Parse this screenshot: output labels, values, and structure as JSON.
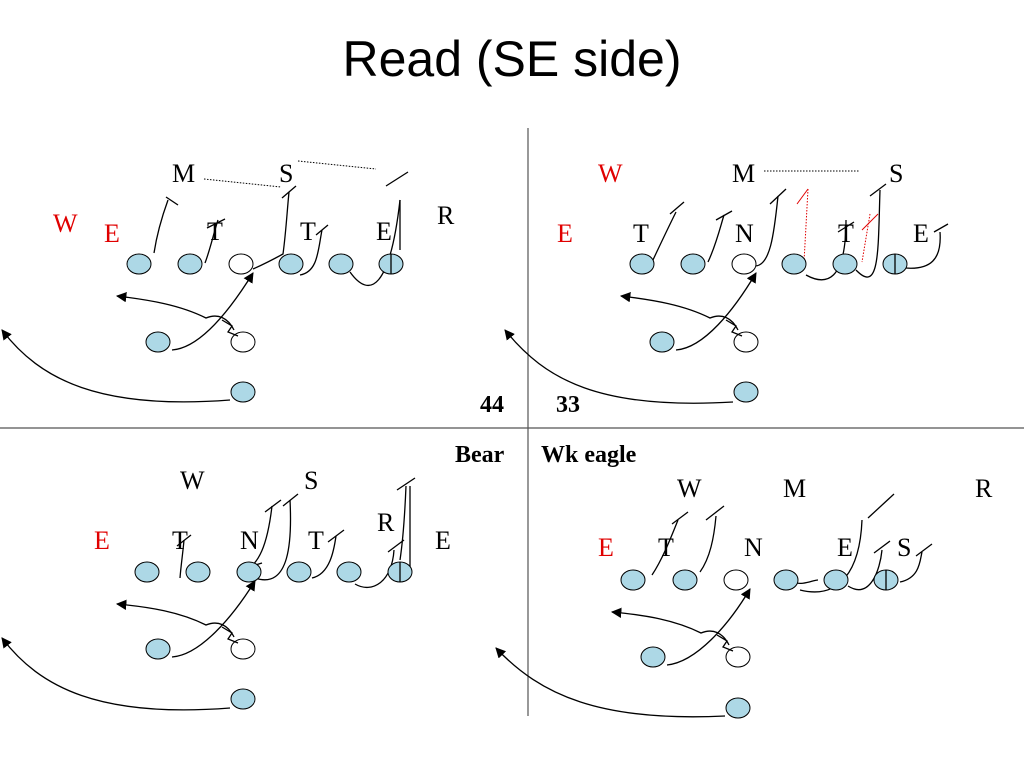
{
  "title": "Read (SE side)",
  "colors": {
    "player_fill": "#add8e6",
    "highlight": "#e00000",
    "ink": "#000000"
  },
  "captions": {
    "left": "44",
    "right": "33",
    "bottom_left": "Bear",
    "bottom_right": "Wk eagle"
  },
  "panels": [
    {
      "name": "44",
      "defenders": [
        {
          "label": "W",
          "color": "red"
        },
        {
          "label": "E",
          "color": "red"
        },
        {
          "label": "T",
          "color": "black"
        },
        {
          "label": "T",
          "color": "black"
        },
        {
          "label": "E",
          "color": "black"
        },
        {
          "label": "M",
          "color": "black"
        },
        {
          "label": "S",
          "color": "black"
        },
        {
          "label": "R",
          "color": "black"
        }
      ]
    },
    {
      "name": "33",
      "defenders": [
        {
          "label": "W",
          "color": "red"
        },
        {
          "label": "M",
          "color": "black"
        },
        {
          "label": "S",
          "color": "black"
        },
        {
          "label": "E",
          "color": "red"
        },
        {
          "label": "T",
          "color": "black"
        },
        {
          "label": "N",
          "color": "black"
        },
        {
          "label": "T",
          "color": "black"
        },
        {
          "label": "E",
          "color": "black"
        }
      ]
    },
    {
      "name": "Bear",
      "defenders": [
        {
          "label": "W",
          "color": "black"
        },
        {
          "label": "S",
          "color": "black"
        },
        {
          "label": "R",
          "color": "black"
        },
        {
          "label": "E",
          "color": "red"
        },
        {
          "label": "T",
          "color": "black"
        },
        {
          "label": "N",
          "color": "black"
        },
        {
          "label": "T",
          "color": "black"
        },
        {
          "label": "E",
          "color": "black"
        }
      ]
    },
    {
      "name": "Wk eagle",
      "defenders": [
        {
          "label": "W",
          "color": "black"
        },
        {
          "label": "M",
          "color": "black"
        },
        {
          "label": "R",
          "color": "black"
        },
        {
          "label": "E",
          "color": "red"
        },
        {
          "label": "T",
          "color": "black"
        },
        {
          "label": "N",
          "color": "black"
        },
        {
          "label": "E",
          "color": "black"
        },
        {
          "label": "S",
          "color": "black"
        }
      ]
    }
  ]
}
